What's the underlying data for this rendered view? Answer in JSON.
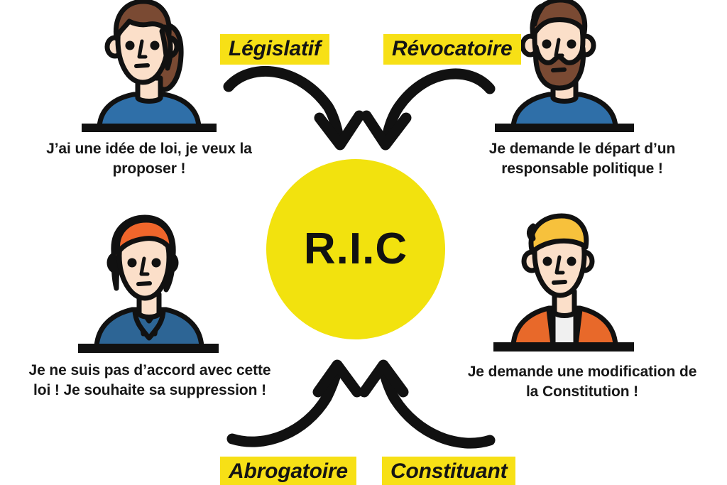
{
  "infographic": {
    "center": {
      "acronym": "R.I.C",
      "circle_color": "#F2E20E"
    },
    "highlight_color": "#F7E016",
    "text_color": "#141414",
    "tags": [
      {
        "id": "legislatif",
        "label": "Législatif",
        "position": "top-left"
      },
      {
        "id": "revocatoire",
        "label": "Révocatoire",
        "position": "top-right"
      },
      {
        "id": "abrogatoire",
        "label": "Abrogatoire",
        "position": "bottom-left"
      },
      {
        "id": "constituant",
        "label": "Constituant",
        "position": "bottom-right"
      }
    ],
    "quadrants": [
      {
        "id": "top-left",
        "caption": "J’ai une idée de loi, je veux la proposer !",
        "avatar": {
          "name": "woman-ponytail-avatar",
          "hair_color": "#7A4A33",
          "skin_color": "#FBDFC9",
          "clothing_color": "#2F6FA8"
        }
      },
      {
        "id": "top-right",
        "caption": "Je demande le départ d’un responsable politique !",
        "avatar": {
          "name": "bearded-man-avatar",
          "hair_color": "#7A4A33",
          "skin_color": "#FBDFC9",
          "clothing_color": "#2F6FA8"
        }
      },
      {
        "id": "bottom-left",
        "caption": "Je ne suis pas d’accord avec cette loi ! Je souhaite sa suppression !",
        "avatar": {
          "name": "redhead-woman-blazer-avatar",
          "hair_color": "#F0662B",
          "skin_color": "#FBDFC9",
          "clothing_color": "#2D6595"
        }
      },
      {
        "id": "bottom-right",
        "caption": "Je demande une modification de la Constitution !",
        "avatar": {
          "name": "blond-man-jacket-avatar",
          "hair_color": "#F7C13C",
          "skin_color": "#FBDFC9",
          "clothing_color": "#E8692A"
        }
      }
    ],
    "arrows": [
      {
        "id": "arrow-legislatif",
        "from": "top-left",
        "to": "center"
      },
      {
        "id": "arrow-revocatoire",
        "from": "top-right",
        "to": "center"
      },
      {
        "id": "arrow-abrogatoire",
        "from": "bottom-left",
        "to": "center"
      },
      {
        "id": "arrow-constituant",
        "from": "bottom-right",
        "to": "center"
      }
    ]
  }
}
